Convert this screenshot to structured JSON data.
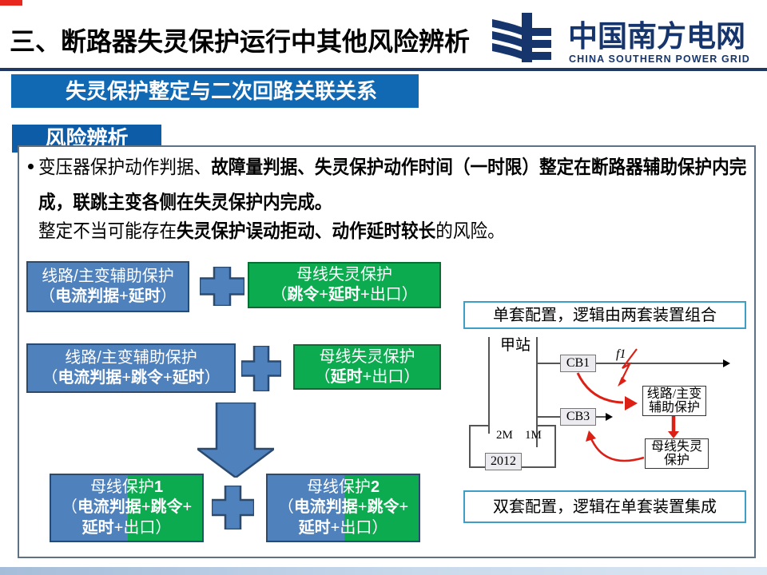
{
  "header": {
    "title": "三、断路器失灵保护运行中其他风险辨析",
    "logo_cn": "中国南方电网",
    "logo_en": "CHINA SOUTHERN POWER GRID"
  },
  "banners": {
    "subtitle": "失灵保护整定与二次回路关联关系",
    "section": "风险辨析"
  },
  "paragraph": {
    "line1": [
      {
        "t": "变压器保护动作判据、",
        "b": false
      },
      {
        "t": "故障量判据、失灵保护动作时间（一时限）整定在断路器辅助保护内完",
        "b": true
      }
    ],
    "line2": [
      {
        "t": "成，联跳主变各侧在失灵保护内完成。",
        "b": true
      }
    ],
    "line3": [
      {
        "t": "整定不当可能存在",
        "b": false
      },
      {
        "t": "失灵保护误动拒动、动作延时较长",
        "b": true
      },
      {
        "t": "的风险。",
        "b": false
      }
    ]
  },
  "flow": {
    "boxA1": {
      "line1": "线路/主变辅助保护",
      "line2": [
        {
          "t": "（",
          "b": false
        },
        {
          "t": "电流判据",
          "b": true
        },
        {
          "t": "+",
          "b": false
        },
        {
          "t": "延时",
          "b": true
        },
        {
          "t": "）",
          "b": false
        }
      ]
    },
    "boxB1": {
      "line1": "母线失灵保护",
      "line2": [
        {
          "t": "（",
          "b": false
        },
        {
          "t": "跳令",
          "b": true
        },
        {
          "t": "+",
          "b": false
        },
        {
          "t": "延时",
          "b": true
        },
        {
          "t": "+",
          "b": false
        },
        {
          "t": "出口",
          "b": false
        },
        {
          "t": "）",
          "b": false
        }
      ]
    },
    "boxA2": {
      "line1": "线路/主变辅助保护",
      "line2": [
        {
          "t": "（",
          "b": false
        },
        {
          "t": "电流判据",
          "b": true
        },
        {
          "t": "+",
          "b": false
        },
        {
          "t": "跳令",
          "b": true
        },
        {
          "t": "+",
          "b": false
        },
        {
          "t": "延时",
          "b": true
        },
        {
          "t": "）",
          "b": false
        }
      ]
    },
    "boxB2": {
      "line1": "母线失灵保护",
      "line2": [
        {
          "t": "（",
          "b": false
        },
        {
          "t": "延时",
          "b": true
        },
        {
          "t": "+",
          "b": false
        },
        {
          "t": "出口",
          "b": false
        },
        {
          "t": "）",
          "b": false
        }
      ]
    },
    "boxC1": {
      "line1": [
        {
          "t": "母线保护",
          "b": false
        },
        {
          "t": "1",
          "b": true
        }
      ],
      "line2": [
        {
          "t": "（",
          "b": false
        },
        {
          "t": "电流判据",
          "b": true
        },
        {
          "t": "+",
          "b": false
        },
        {
          "t": "跳令",
          "b": true
        },
        {
          "t": "+",
          "b": false
        }
      ],
      "line3": [
        {
          "t": "延时",
          "b": true
        },
        {
          "t": "+",
          "b": false
        },
        {
          "t": "出口",
          "b": false
        },
        {
          "t": "）",
          "b": false
        }
      ]
    },
    "boxC2": {
      "line1": [
        {
          "t": "母线保护",
          "b": false
        },
        {
          "t": "2",
          "b": true
        }
      ],
      "line2": [
        {
          "t": "（",
          "b": false
        },
        {
          "t": "电流判据",
          "b": true
        },
        {
          "t": "+",
          "b": false
        },
        {
          "t": "跳令",
          "b": true
        },
        {
          "t": "+",
          "b": false
        }
      ],
      "line3": [
        {
          "t": "延时",
          "b": true
        },
        {
          "t": "+",
          "b": false
        },
        {
          "t": "出口",
          "b": false
        },
        {
          "t": "）",
          "b": false
        }
      ]
    }
  },
  "circuit": {
    "caption_top": "单套配置，逻辑由两套装置组合",
    "caption_bottom": "双套配置，逻辑在单套装置集成",
    "station": "甲站",
    "cb1": "CB1",
    "cb3": "CB3",
    "fault": "f1",
    "bus2": "2M",
    "bus1": "1M",
    "tie": "2012",
    "aux_box": [
      "线路/主变",
      "辅助保护"
    ],
    "fail_box": [
      "母线失灵",
      "保护"
    ]
  },
  "colors": {
    "accent_blue": "#4f81bd",
    "accent_green": "#0cab50",
    "banner_blue": "#1168b3",
    "navy": "#1f3864",
    "red": "#dd2016"
  }
}
